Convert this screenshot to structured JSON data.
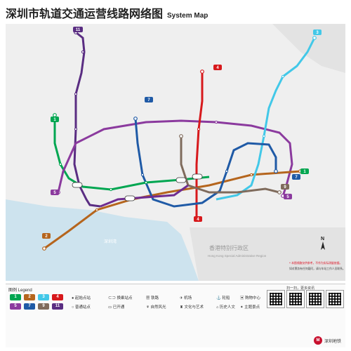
{
  "title": {
    "zh": "深圳市轨道交通运营线路网络图",
    "en": "System Map"
  },
  "colors": {
    "line1": "#00a651",
    "line2": "#b5651d",
    "line3": "#00a0e9",
    "line4": "#d7191c",
    "line5": "#8b3a9e",
    "line7": "#1f5aa6",
    "line9": "#7f6b5c",
    "line11": "#5a2d82",
    "line11b": "#6f2c91",
    "line3b": "#42c8e8",
    "sea": "#cde3ee",
    "land": "#efefef",
    "hk": "#e3e3e3"
  },
  "map": {
    "hk_zh": "香港特别行政区",
    "hk_en": "Hong Kong Special Administrative Region",
    "sea_zh": "深圳湾",
    "compass": "N",
    "badges": [
      {
        "n": "11",
        "color": "#5a2d82"
      },
      {
        "n": "4",
        "color": "#d7191c"
      },
      {
        "n": "3",
        "color": "#00a0e9"
      },
      {
        "n": "7",
        "color": "#1f5aa6"
      },
      {
        "n": "1",
        "color": "#00a651"
      },
      {
        "n": "5",
        "color": "#8b3a9e"
      },
      {
        "n": "2",
        "color": "#b5651d"
      },
      {
        "n": "4",
        "color": "#d7191c"
      },
      {
        "n": "1",
        "color": "#00a651"
      },
      {
        "n": "5",
        "color": "#8b3a9e"
      },
      {
        "n": "7",
        "color": "#1f5aa6"
      },
      {
        "n": "9",
        "color": "#7f6b5c"
      }
    ],
    "notes": [
      "* 本图线路仅供参考，不作为实际测量依据。",
      "如对票务有任何疑问，请与车站工作人员联系。"
    ]
  },
  "legend": {
    "title": "图例 Legend",
    "lines": [
      {
        "n": "1",
        "color": "#00a651"
      },
      {
        "n": "2",
        "color": "#b5651d"
      },
      {
        "n": "3",
        "color": "#42c8e8"
      },
      {
        "n": "4",
        "color": "#d7191c"
      },
      {
        "n": "5",
        "color": "#8b3a9e"
      },
      {
        "n": "7",
        "color": "#1f5aa6"
      },
      {
        "n": "9",
        "color": "#7f6b5c"
      },
      {
        "n": "11",
        "color": "#5a2d82"
      }
    ],
    "symbols": [
      {
        "zh": "起始点站",
        "sym": "●"
      },
      {
        "zh": "普通站点",
        "sym": "○"
      },
      {
        "zh": "换乘站点",
        "sym": "⊂⊃"
      },
      {
        "zh": "已开通",
        "sym": "▭"
      },
      {
        "zh": "铁路",
        "sym": "▦"
      },
      {
        "zh": "自然风光",
        "sym": "⚘"
      },
      {
        "zh": "机场",
        "sym": "✈"
      },
      {
        "zh": "文化与艺术",
        "sym": "♜"
      },
      {
        "zh": "轮船",
        "sym": "⚓"
      },
      {
        "zh": "历史人文",
        "sym": "⌂"
      },
      {
        "zh": "购物中心",
        "sym": "▣"
      },
      {
        "zh": "主题景点",
        "sym": "✦"
      }
    ],
    "qr_caption": "扫一扫，更多资讯",
    "brand": "深圳地铁"
  }
}
